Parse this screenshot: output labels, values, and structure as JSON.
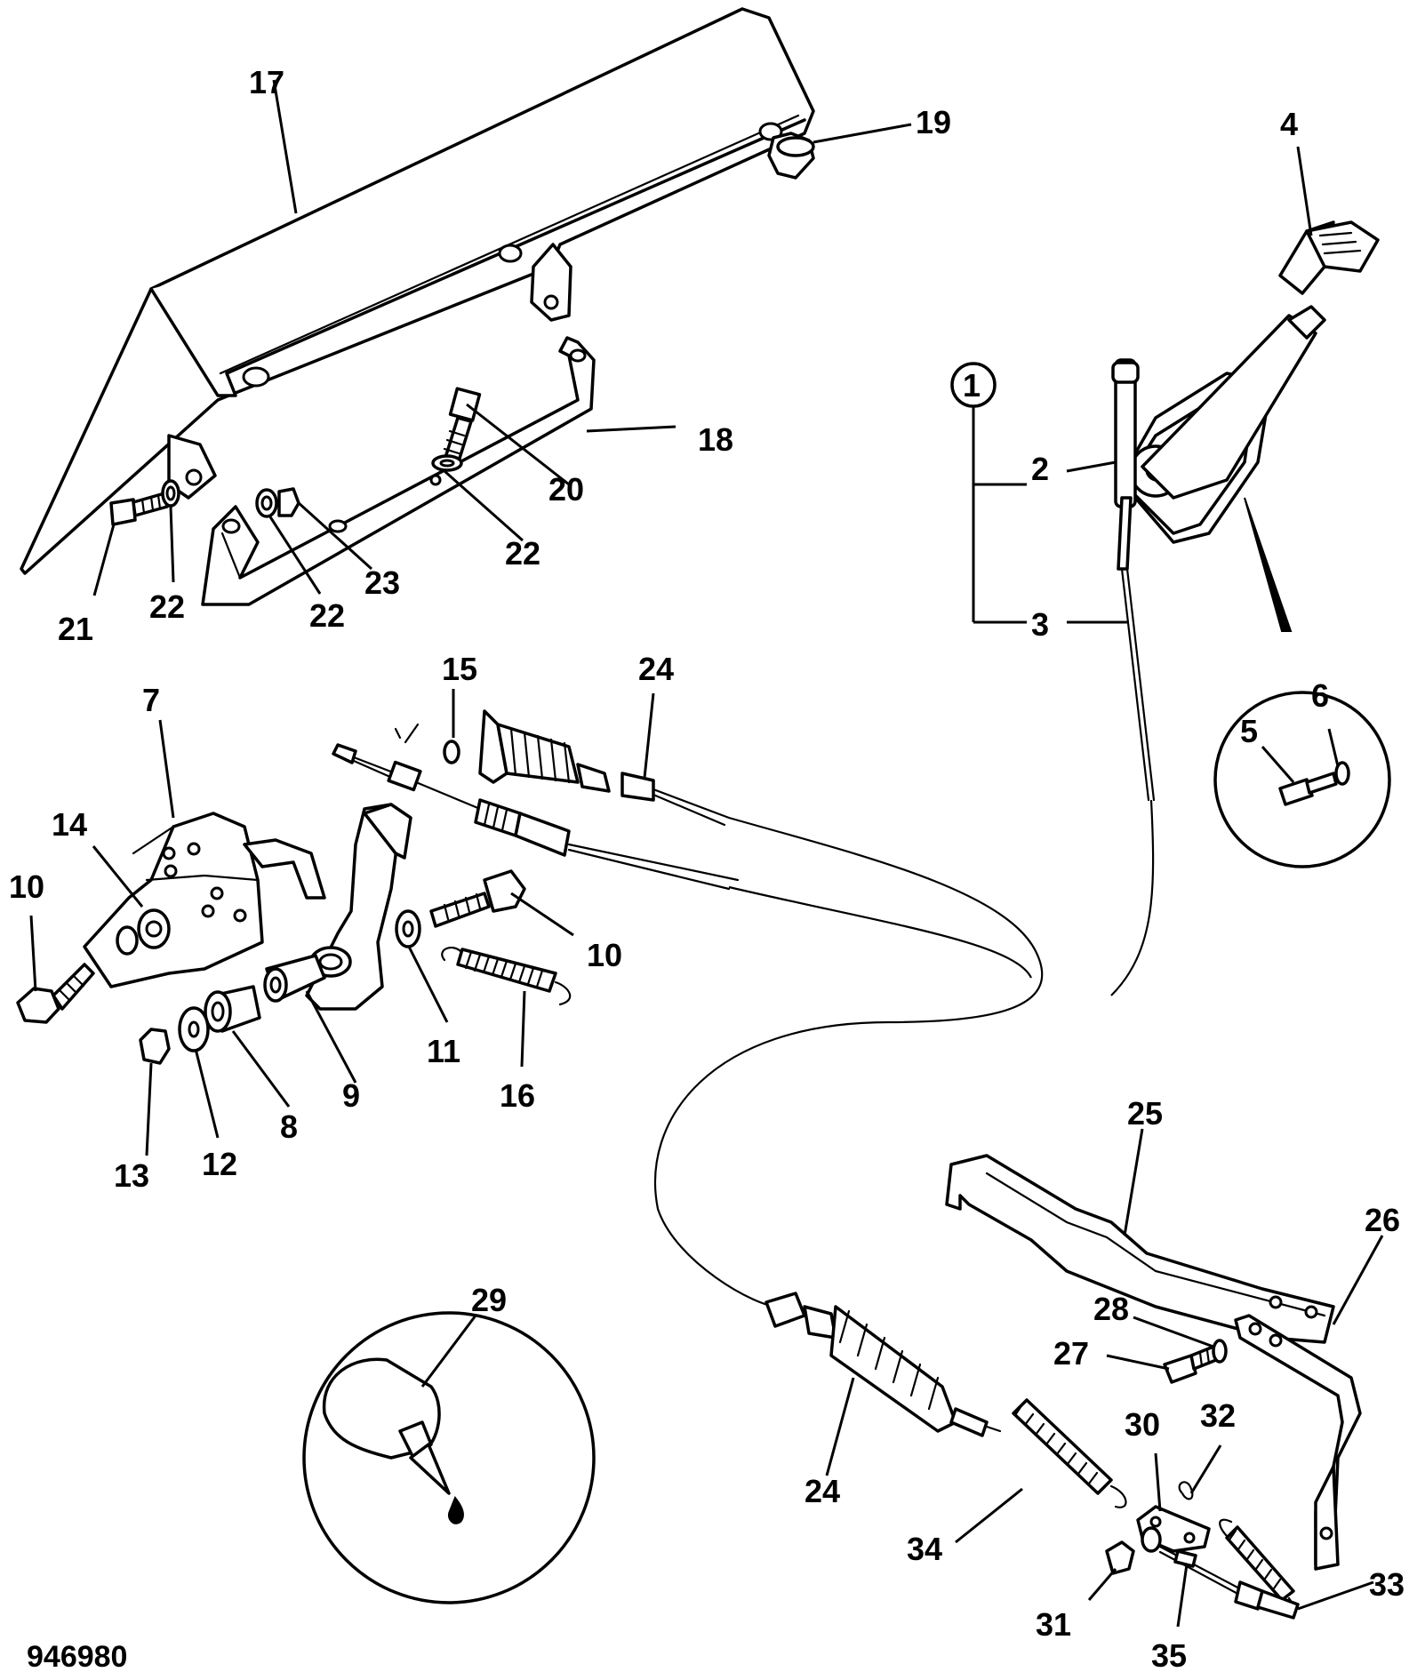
{
  "figure_id": "946980",
  "callouts": {
    "c1": "1",
    "c2": "2",
    "c3": "3",
    "c4": "4",
    "c5": "5",
    "c6": "6",
    "c7": "7",
    "c8": "8",
    "c9": "9",
    "c10a": "10",
    "c10b": "10",
    "c11": "11",
    "c12": "12",
    "c13": "13",
    "c14": "14",
    "c15": "15",
    "c16": "16",
    "c17": "17",
    "c18": "18",
    "c19": "19",
    "c20": "20",
    "c21": "21",
    "c22a": "22",
    "c22b": "22",
    "c22c": "22",
    "c23": "23",
    "c24a": "24",
    "c24b": "24",
    "c25": "25",
    "c26": "26",
    "c27": "27",
    "c28": "28",
    "c29": "29",
    "c30": "30",
    "c31": "31",
    "c32": "32",
    "c33": "33",
    "c34": "34",
    "c35": "35"
  }
}
